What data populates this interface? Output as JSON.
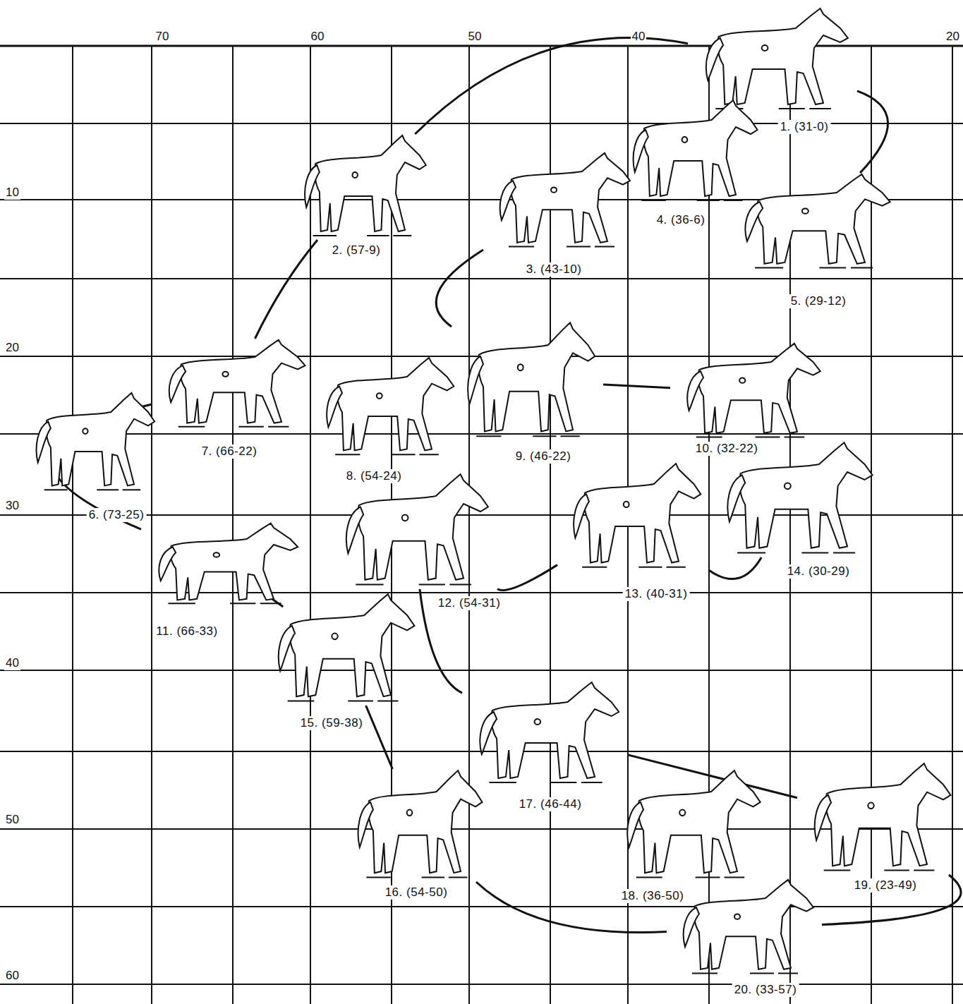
{
  "diagram": {
    "nodes": [
      {
        "text": [
          "1. (31-0)"
        ]
      },
      {
        "text": [
          "2. (57-9)"
        ]
      },
      {
        "text": [
          "3. (43-10)"
        ]
      },
      {
        "text": [
          "4. (36-6)"
        ]
      },
      {
        "text": [
          "5. (29-12)"
        ]
      },
      {
        "text": [
          "6. (73-25)"
        ]
      },
      {
        "text": [
          "7. (66-22)"
        ]
      },
      {
        "text": [
          "8. (54-24)"
        ]
      },
      {
        "text": [
          "9. (46-22)"
        ]
      },
      {
        "text": [
          "10. (32-22)"
        ]
      },
      {
        "text": [
          "11. (66-33)"
        ]
      },
      {
        "text": [
          "12. (54-31)"
        ]
      },
      {
        "text": [
          "13. (40-31)"
        ]
      },
      {
        "text": [
          "14. (30-29)"
        ]
      },
      {
        "text": [
          "15. (59-38)"
        ]
      },
      {
        "text": [
          "16. (54-50)"
        ]
      },
      {
        "text": [
          "17. (46-44)"
        ]
      },
      {
        "text": [
          "18. (36-50)"
        ]
      },
      {
        "text": [
          "19. (23-49)"
        ]
      },
      {
        "text": [
          "20. (33-57)"
        ]
      }
    ],
    "edges": [
      {
        "from": 1,
        "to": 0,
        "arrow": "none"
      },
      {
        "from": 0,
        "to": 4,
        "arrow": "none"
      },
      {
        "from": 1,
        "to": 6,
        "arrow": "none"
      },
      {
        "from": 6,
        "to": 10,
        "arrow": "none"
      },
      {
        "from": 10,
        "to": 14,
        "arrow": "none"
      },
      {
        "from": 14,
        "to": 15,
        "arrow": "none"
      },
      {
        "from": 2,
        "to": 8,
        "arrow": "none"
      },
      {
        "from": 8,
        "to": 9,
        "arrow": "none"
      },
      {
        "from": 9,
        "to": 13,
        "arrow": "none"
      },
      {
        "from": 11,
        "to": 12,
        "arrow": "none"
      },
      {
        "from": 12,
        "to": 13,
        "arrow": "none"
      },
      {
        "from": 11,
        "to": 16,
        "arrow": "none"
      },
      {
        "from": 16,
        "to": 18,
        "arrow": "none"
      },
      {
        "from": 18,
        "to": 19,
        "arrow": "none"
      },
      {
        "from": 15,
        "to": 19,
        "arrow": "none"
      }
    ],
    "labels": [
      "70",
      "60",
      "50",
      "40",
      "20",
      "10",
      "20",
      "30",
      "40",
      "50",
      "60"
    ]
  }
}
